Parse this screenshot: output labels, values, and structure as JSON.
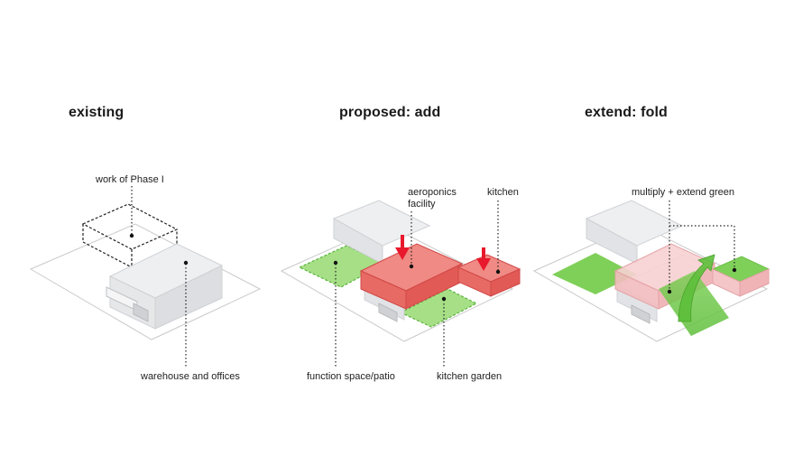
{
  "panels": [
    {
      "title": "existing",
      "labels": {
        "top": "work of Phase I",
        "bottom": "warehouse and offices"
      }
    },
    {
      "title": "proposed: add",
      "labels": {
        "aeroponics_line1": "aeroponics",
        "aeroponics_line2": "facility",
        "kitchen": "kitchen",
        "function_space": "function space/patio",
        "kitchen_garden": "kitchen garden"
      }
    },
    {
      "title": "extend: fold",
      "labels": {
        "top": "multiply + extend green"
      }
    }
  ],
  "colors": {
    "building_top": "#ecedef",
    "building_side": "#d9dbde",
    "proposed_red": "#e86060",
    "extend_pink": "#f5c6c8",
    "green": "#8ed66a",
    "arrow_red": "#e8192c"
  }
}
